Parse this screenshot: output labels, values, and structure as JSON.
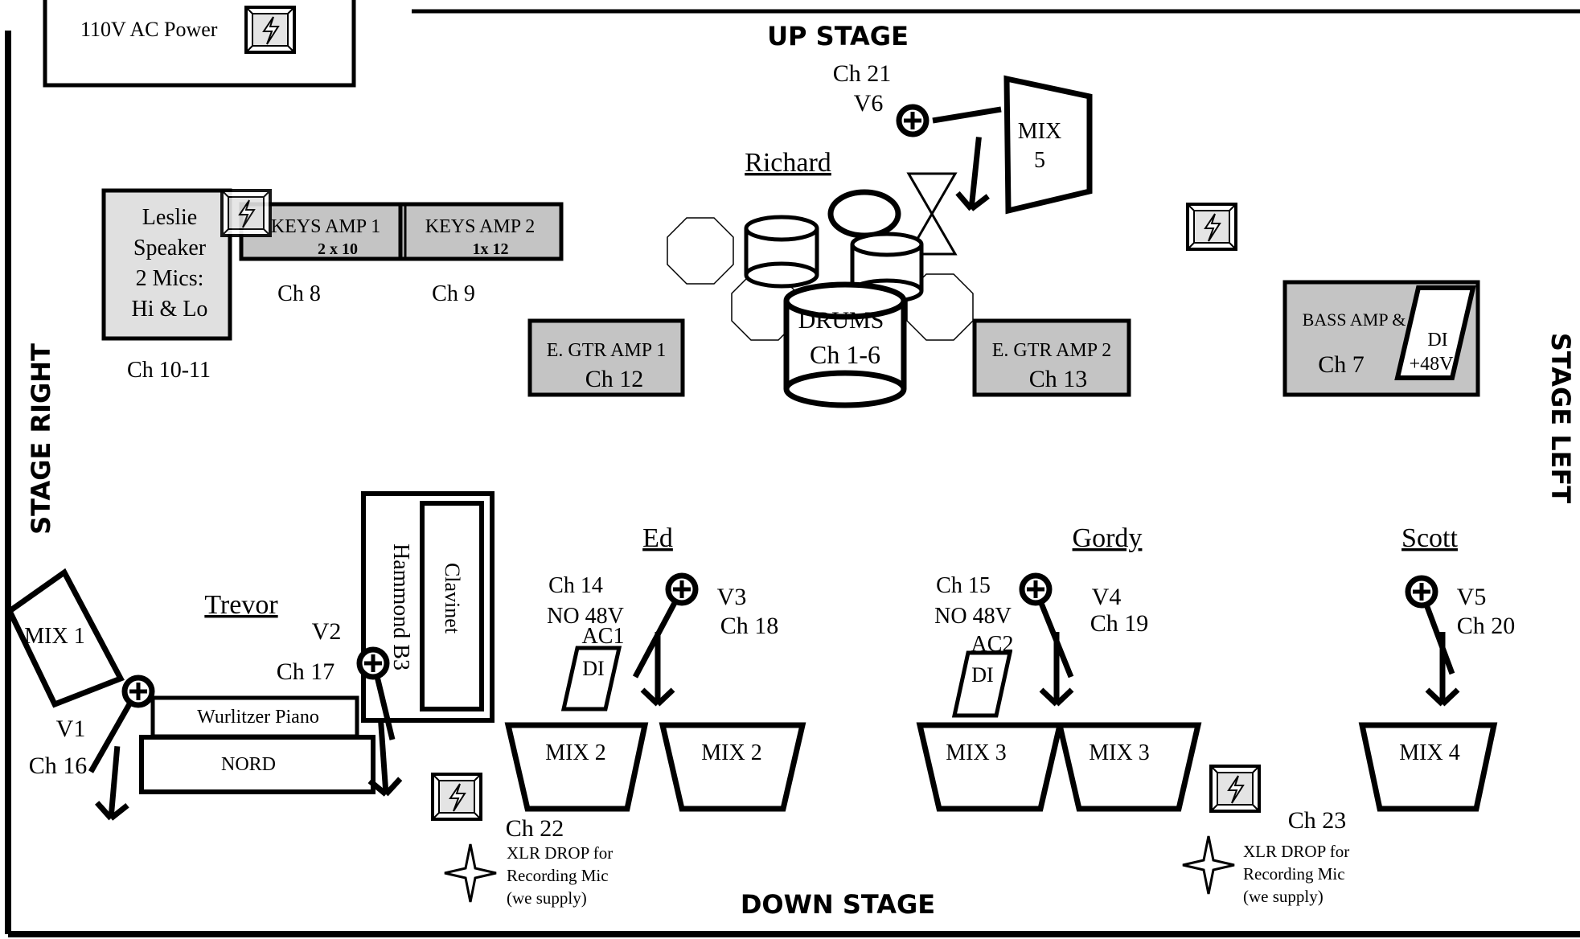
{
  "stage": {
    "up": "UP STAGE",
    "down": "DOWN STAGE",
    "right": "STAGE RIGHT",
    "left": "STAGE LEFT"
  },
  "power_legend": "110V AC Power",
  "musicians": {
    "richard": "Richard",
    "trevor": "Trevor",
    "ed": "Ed",
    "gordy": "Gordy",
    "scott": "Scott"
  },
  "leslie": {
    "line1": "Leslie",
    "line2": "Speaker",
    "line3": "2 Mics:",
    "line4": "Hi & Lo",
    "channel": "Ch 10-11"
  },
  "keys_amp1": {
    "label": "KEYS AMP 1",
    "size": "2 x 10",
    "channel": "Ch 8"
  },
  "keys_amp2": {
    "label": "KEYS AMP 2",
    "size": "1x 12",
    "channel": "Ch 9"
  },
  "gtr_amp1": {
    "label": "E. GTR AMP 1",
    "channel": "Ch 12"
  },
  "gtr_amp2": {
    "label": "E. GTR AMP 2",
    "channel": "Ch 13"
  },
  "drums": {
    "label": "DRUMS",
    "channel": "Ch 1-6"
  },
  "bass": {
    "label": "BASS AMP &",
    "channel": "Ch 7",
    "di": "DI",
    "di_power": "+48V"
  },
  "vocal_richard": {
    "channel": "Ch 21",
    "vocal": "V6"
  },
  "mix5": {
    "line1": "MIX",
    "line2": "5"
  },
  "mix1": "MIX 1",
  "vocal_trevor_v1": {
    "vocal": "V1",
    "channel": "Ch 16"
  },
  "vocal_trevor_v2": {
    "vocal": "V2",
    "channel": "Ch 17"
  },
  "wurlitzer": "Wurlitzer Piano",
  "nord": "NORD",
  "hammond": "Hammond B3",
  "clavinet": "Clavinet",
  "acoustic_ed": {
    "channel": "Ch 14",
    "power": "NO 48V",
    "name": "AC1",
    "di": "DI"
  },
  "vocal_ed": {
    "vocal": "V3",
    "channel": "Ch 18"
  },
  "acoustic_gordy": {
    "channel": "Ch 15",
    "power": "NO 48V",
    "name": "AC2",
    "di": "DI"
  },
  "vocal_gordy": {
    "vocal": "V4",
    "channel": "Ch 19"
  },
  "vocal_scott": {
    "vocal": "V5",
    "channel": "Ch 20"
  },
  "wedges": {
    "ed_left": "MIX 2",
    "ed_right": "MIX 2",
    "gordy_left": "MIX 3",
    "gordy_right": "MIX 3",
    "scott": "MIX 4"
  },
  "xlr_drop_left": {
    "channel": "Ch 22",
    "line1": "XLR DROP for",
    "line2": "Recording Mic",
    "line3": "(we supply)"
  },
  "xlr_drop_right": {
    "channel": "Ch 23",
    "line1": "XLR DROP for",
    "line2": "Recording Mic",
    "line3": "(we supply)"
  }
}
